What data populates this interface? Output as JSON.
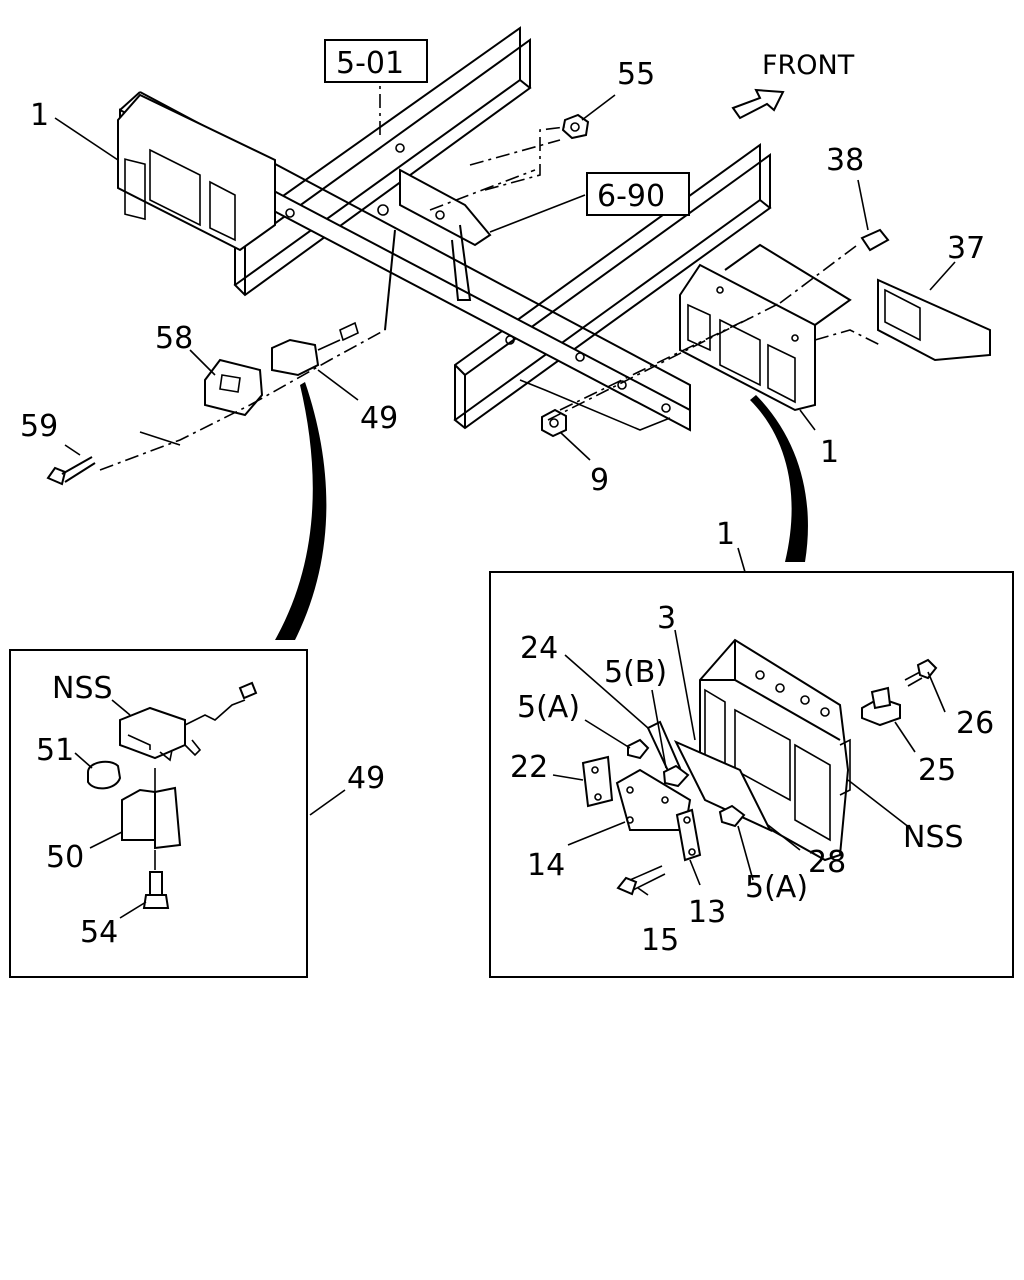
{
  "references": {
    "ref_5_01": "5-01",
    "ref_6_90": "6-90"
  },
  "direction": "FRONT",
  "main_labels": {
    "l1_left": "1",
    "l1_right": "1",
    "l55": "55",
    "l38": "38",
    "l37": "37",
    "l58": "58",
    "l59": "59",
    "l49": "49",
    "l9": "9"
  },
  "detail_49": {
    "nss": "NSS",
    "l51": "51",
    "l50": "50",
    "l54": "54",
    "l49": "49"
  },
  "detail_1": {
    "l1": "1",
    "l3": "3",
    "l24": "24",
    "l5b": "5(B)",
    "l5a_left": "5(A)",
    "l22": "22",
    "l14": "14",
    "l15": "15",
    "l13": "13",
    "l5a_right": "5(A)",
    "l28": "28",
    "nss": "NSS",
    "l25": "25",
    "l26": "26"
  }
}
